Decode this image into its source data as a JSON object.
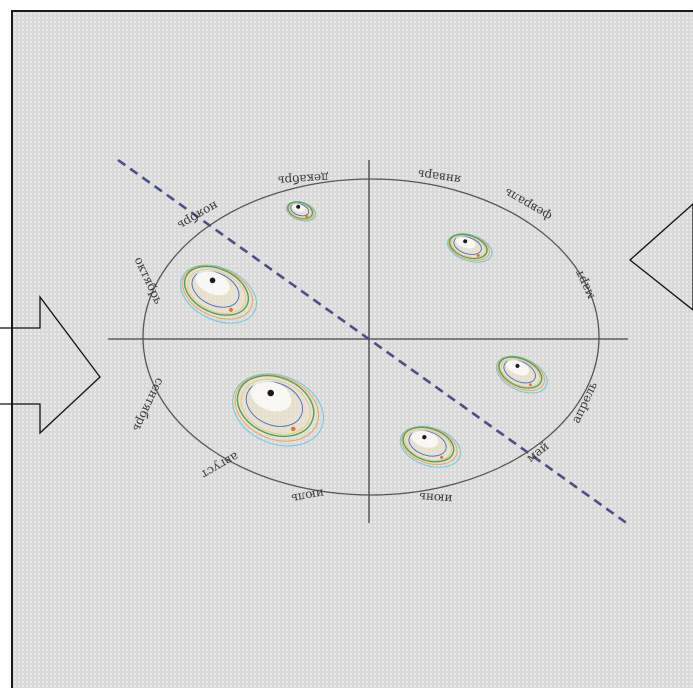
{
  "diagram": {
    "months": [
      {
        "key": "january",
        "label": "январь"
      },
      {
        "key": "february",
        "label": "февраль"
      },
      {
        "key": "march",
        "label": "март"
      },
      {
        "key": "april",
        "label": "апрель"
      },
      {
        "key": "may",
        "label": "май"
      },
      {
        "key": "june",
        "label": "июнь"
      },
      {
        "key": "july",
        "label": "июль"
      },
      {
        "key": "august",
        "label": "август"
      },
      {
        "key": "september",
        "label": "сентябрь"
      },
      {
        "key": "october",
        "label": "октябрь"
      },
      {
        "key": "november",
        "label": "ноябрь"
      },
      {
        "key": "december",
        "label": "декабрь"
      }
    ],
    "colors": {
      "background": "#d9d9d9",
      "frame": "#1a1a1a",
      "orbit": "#555555",
      "axes": "#444444",
      "dashed_axis": "#4a4f8a",
      "ring_outer": "#6fc6e6",
      "ring_mid": "#f0a64f",
      "ring_inner": "#e6c98a",
      "ring_green": "#4aa35a",
      "ring_blue": "#3d6fd0",
      "core": "#1a1a1a",
      "spot": "#e07a2a",
      "arrow": "#111111"
    },
    "icons": {
      "left_arrow": "arrow-right-icon",
      "right_arrow": "arrow-left-icon"
    }
  }
}
